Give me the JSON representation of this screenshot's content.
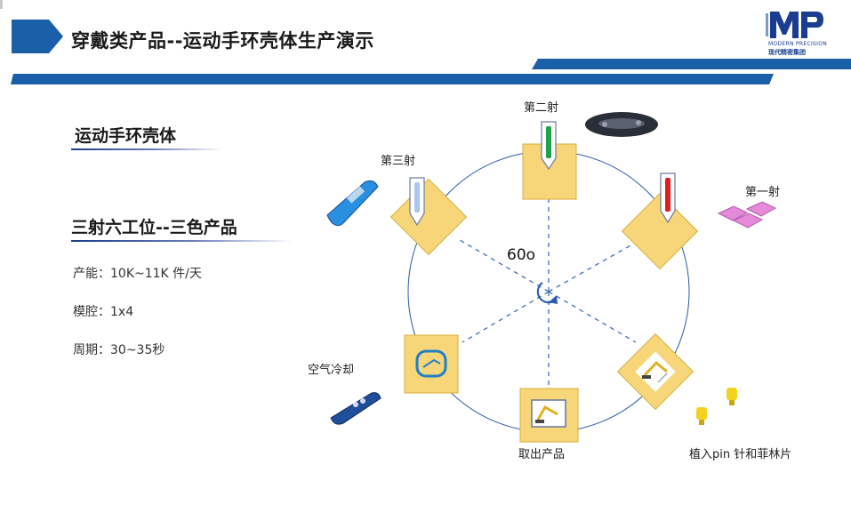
{
  "header": {
    "title": "穿戴类产品--运动手环壳体生产演示",
    "logo_caption_en": "MODERN PRECISION",
    "logo_caption_cn": "现代精密集团",
    "colors": {
      "brand_blue": "#1a5fa8",
      "dark_blue": "#1a3d8f"
    }
  },
  "left_panel": {
    "product_heading": "运动手环壳体",
    "process_heading": "三射六工位--三色产品",
    "specs": [
      {
        "text": "产能：10K~11K 件/天"
      },
      {
        "text": "模腔：1x4"
      },
      {
        "text": "周期：30~35秒"
      }
    ]
  },
  "diagram": {
    "angle_label": "60o",
    "stations": [
      {
        "label": "第二射",
        "nozzle_color": "#1ea24a"
      },
      {
        "label": "第一射",
        "nozzle_color": "#e11d1d"
      },
      {
        "label": "植入pin 针和菲林片"
      },
      {
        "label": "取出产品"
      },
      {
        "label": "空气冷却"
      },
      {
        "label": "第三射",
        "nozzle_color": "#a9c8e8"
      }
    ],
    "colors": {
      "station_fill": "#f7d67a",
      "station_stroke": "#d8ad3a",
      "ring": "#2a5aa8"
    }
  }
}
